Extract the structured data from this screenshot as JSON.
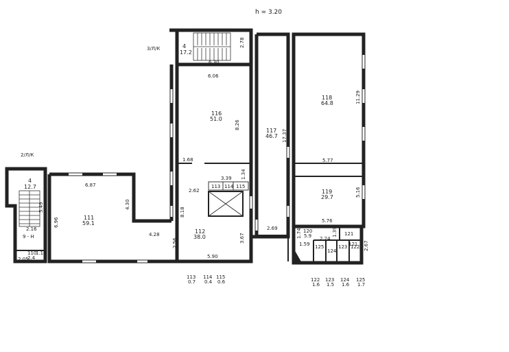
{
  "header": {
    "height_label": "h = 3.20"
  },
  "stair_labels": {
    "upper": "3/Л/К",
    "lower": "2/Л/К"
  },
  "rooms": {
    "r4_upper": {
      "number": "4",
      "area": "17.2"
    },
    "r4_lower": {
      "number": "4",
      "area": "12.7"
    },
    "r110": {
      "number": "110",
      "area": "2.4"
    },
    "r111": {
      "number": "111",
      "area": "59.1"
    },
    "r112": {
      "number": "112",
      "area": "38.0"
    },
    "r113": {
      "number": "113"
    },
    "r114": {
      "number": "114"
    },
    "r115": {
      "number": "115"
    },
    "r116": {
      "number": "116",
      "area": "51.0"
    },
    "r117": {
      "number": "117",
      "area": "46.7"
    },
    "r118": {
      "number": "118",
      "area": "64.8"
    },
    "r119": {
      "number": "119",
      "area": "29.7"
    },
    "r120": {
      "number": "120",
      "area": "5.9"
    },
    "r121": {
      "number": "121"
    },
    "r122": {
      "number": "122"
    },
    "r123": {
      "number": "123"
    },
    "r124": {
      "number": "124"
    },
    "r125": {
      "number": "125"
    }
  },
  "misc_labels": {
    "corridor_mark": "9 - Н",
    "r121_short": "121"
  },
  "dimensions": {
    "d_278": "2.78",
    "d_630": "6.30",
    "d_606": "6.06",
    "d_826": "8.26",
    "d_168": "1.68",
    "d_339": "3.39",
    "d_134": "1.34",
    "d_262": "2.62",
    "d_818": "8.18",
    "d_1737": "17.37",
    "d_1129": "11.29",
    "d_577": "5.77",
    "d_516": "5.16",
    "d_576": "5.76",
    "d_269": "2.69",
    "d_687": "6.87",
    "d_430": "4.30",
    "d_696": "6.96",
    "d_428": "4.28",
    "d_256": "2.56",
    "d_367": "3.67",
    "d_590": "5.90",
    "d_216": "2.16",
    "d_549": "5.49",
    "d_205": "2.05",
    "d_118": "1.18",
    "d_174": "1.74",
    "d_159": "1.59",
    "d_224": "2.24",
    "d_139": "1.39",
    "d_267": "2.67"
  },
  "legend": [
    {
      "number": "113",
      "area": "0.7"
    },
    {
      "number": "114",
      "area": "0.4"
    },
    {
      "number": "115",
      "area": "0.6"
    },
    {
      "number": "122",
      "area": "1.6"
    },
    {
      "number": "123",
      "area": "1.5"
    },
    {
      "number": "124",
      "area": "1.6"
    },
    {
      "number": "125",
      "area": "1.7"
    }
  ]
}
